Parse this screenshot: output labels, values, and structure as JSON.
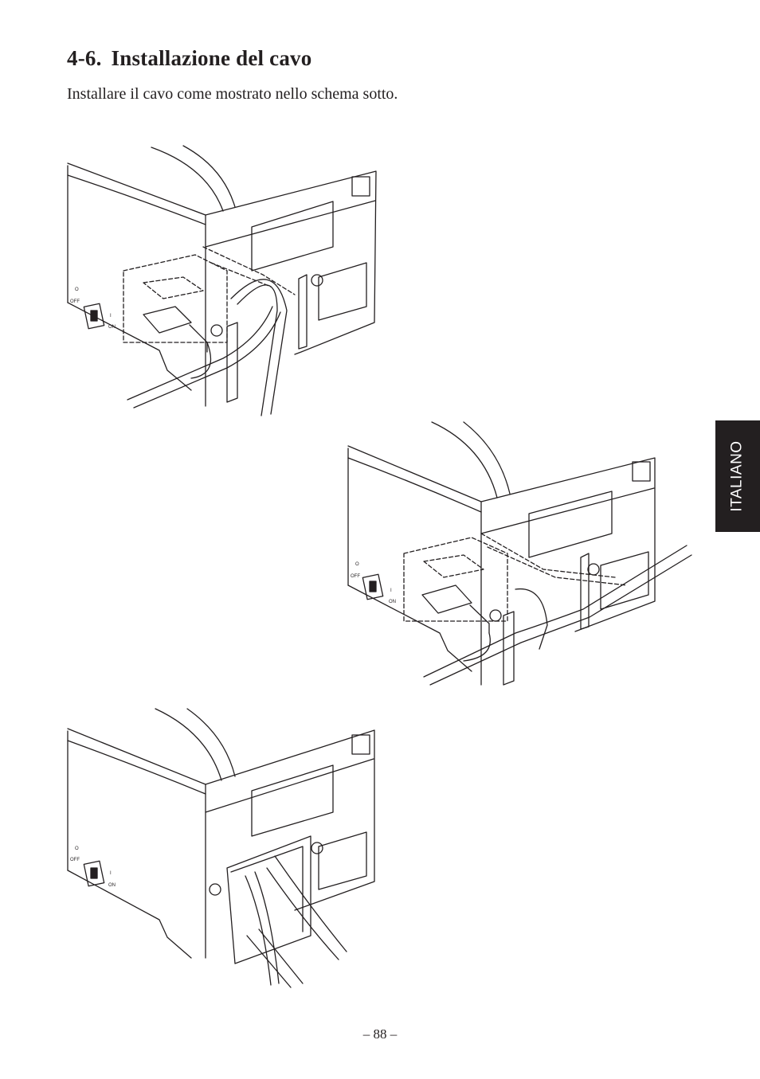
{
  "section": {
    "number": "4-6.",
    "title": "Installazione del cavo",
    "intro": "Installare il cavo come mostrato nello schema sotto."
  },
  "figures": [
    {
      "switch_off_label": "OFF",
      "switch_on_label": "ON",
      "switch_o_mark": "O",
      "switch_i_mark": "I"
    },
    {
      "switch_off_label": "OFF",
      "switch_on_label": "ON",
      "switch_o_mark": "O",
      "switch_i_mark": "I"
    },
    {
      "switch_off_label": "OFF",
      "switch_on_label": "ON",
      "switch_o_mark": "O",
      "switch_i_mark": "I"
    }
  ],
  "side_tab": {
    "label": "ITALIANO"
  },
  "footer": {
    "page_number": "– 88 –"
  },
  "colors": {
    "ink": "#231f20",
    "tab_background": "#231f20",
    "tab_text": "#ffffff"
  }
}
